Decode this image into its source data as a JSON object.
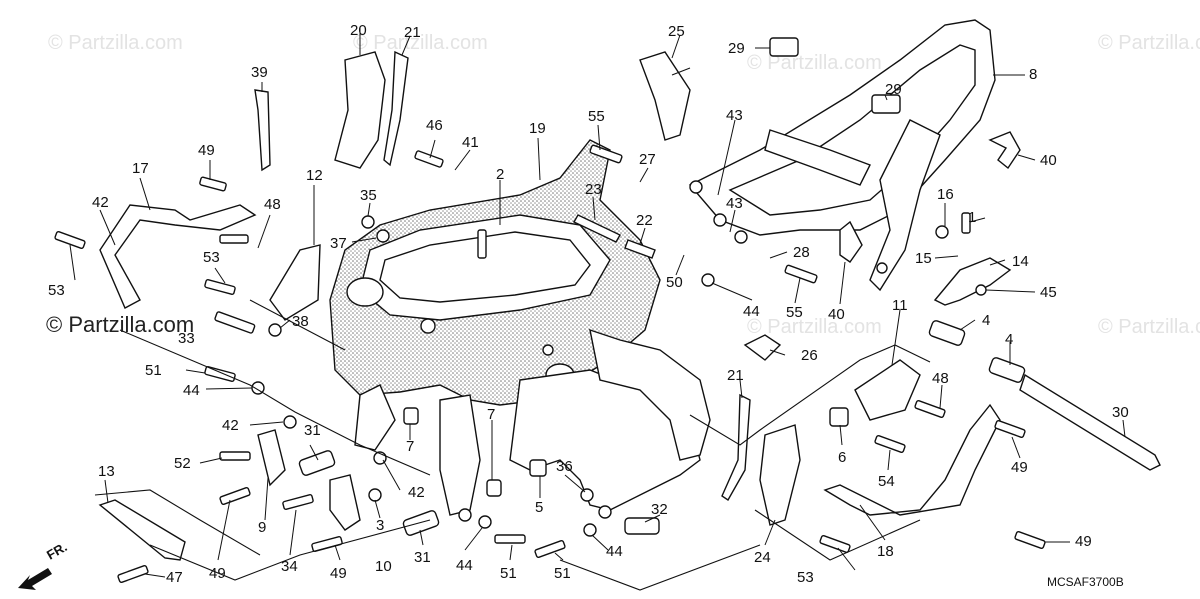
{
  "diagram": {
    "drawing_code": "MCSAF3700B",
    "front_marker": "FR.",
    "watermark_main": "© Partzilla.com",
    "watermark_faint": "© Partzilla.com",
    "callouts": {
      "c1": "1",
      "c2": "2",
      "c3": "3",
      "c4a": "4",
      "c4b": "4",
      "c5": "5",
      "c6": "6",
      "c7a": "7",
      "c7b": "7",
      "c8": "8",
      "c9": "9",
      "c10": "10",
      "c11": "11",
      "c12": "12",
      "c13": "13",
      "c14": "14",
      "c15": "15",
      "c16": "16",
      "c17": "17",
      "c18": "18",
      "c19": "19",
      "c20": "20",
      "c21a": "21",
      "c21b": "21",
      "c22": "22",
      "c23": "23",
      "c24": "24",
      "c25": "25",
      "c26": "26",
      "c27": "27",
      "c28": "28",
      "c29a": "29",
      "c29b": "29",
      "c30": "30",
      "c31a": "31",
      "c31b": "31",
      "c32": "32",
      "c33": "33",
      "c34": "34",
      "c35": "35",
      "c36": "36",
      "c37": "37",
      "c38": "38",
      "c39": "39",
      "c40a": "40",
      "c40b": "40",
      "c41": "41",
      "c42a": "42",
      "c42b": "42",
      "c42c": "42",
      "c43a": "43",
      "c43b": "43",
      "c44a": "44",
      "c44b": "44",
      "c44c": "44",
      "c44d": "44",
      "c45": "45",
      "c46": "46",
      "c47": "47",
      "c48a": "48",
      "c48b": "48",
      "c49a": "49",
      "c49b": "49",
      "c49c": "49",
      "c49d": "49",
      "c49e": "49",
      "c50": "50",
      "c51a": "51",
      "c51b": "51",
      "c51c": "51",
      "c52": "52",
      "c53a": "53",
      "c53b": "53",
      "c53c": "53",
      "c54": "54",
      "c55a": "55",
      "c55b": "55"
    }
  }
}
